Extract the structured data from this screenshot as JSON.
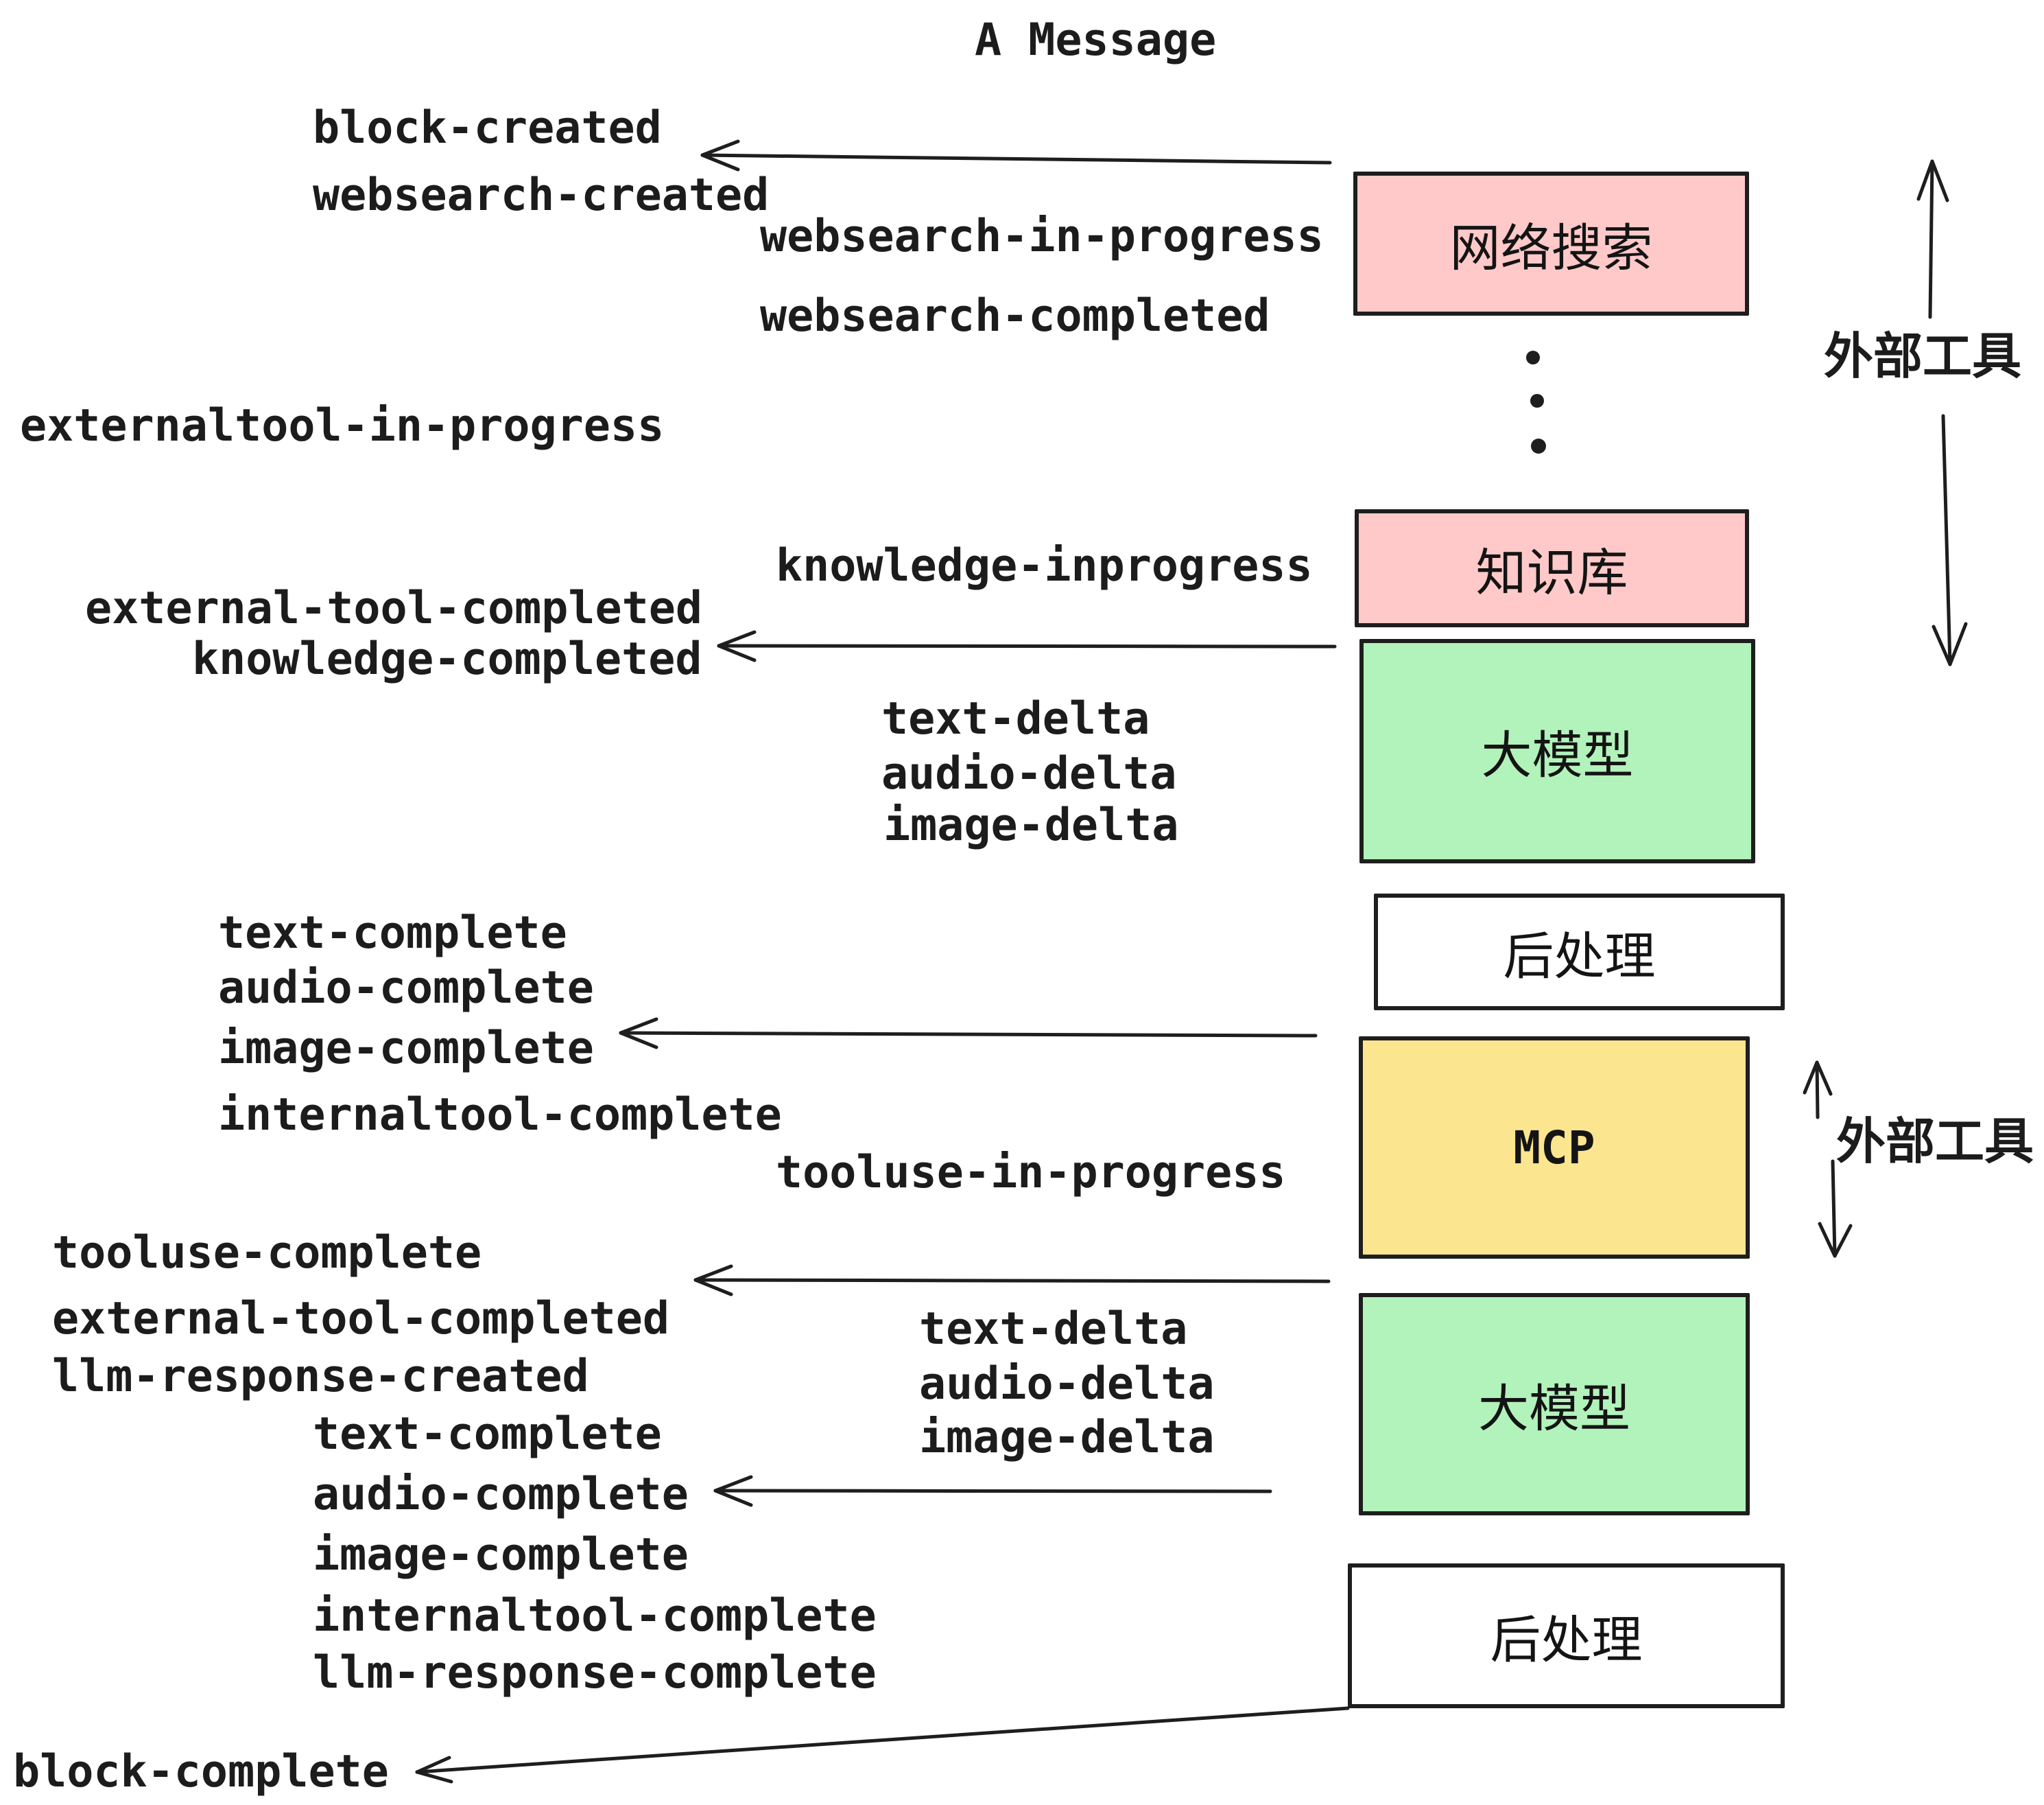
{
  "title": "A Message",
  "colors": {
    "background": "#ffffff",
    "ink": "#1e1e1e",
    "box_pink": "#ffc9c9",
    "box_green": "#b2f2bb",
    "box_yellow": "#fbe58f",
    "box_white": "#ffffff"
  },
  "boxes": [
    {
      "label": "网络搜索",
      "color": "#ffc9c9"
    },
    {
      "label": "知识库",
      "color": "#ffc9c9"
    },
    {
      "label": "大模型",
      "color": "#b2f2bb"
    },
    {
      "label": "后处理",
      "color": "#ffffff"
    },
    {
      "label": "MCP",
      "color": "#fbe58f"
    },
    {
      "label": "大模型",
      "color": "#b2f2bb"
    },
    {
      "label": "后处理",
      "color": "#ffffff"
    }
  ],
  "annotations": [
    {
      "label": "外部工具"
    },
    {
      "label": "外部工具"
    }
  ],
  "event_labels": [
    "block-created",
    "websearch-created",
    "websearch-in-progress",
    "websearch-completed",
    "externaltool-in-progress",
    "knowledge-inprogress",
    "external-tool-completed",
    "knowledge-completed",
    "text-delta",
    "audio-delta",
    "image-delta",
    "text-complete",
    "audio-complete",
    "image-complete",
    "internaltool-complete",
    "tooluse-in-progress",
    "tooluse-complete",
    "external-tool-completed",
    "llm-response-created",
    "text-delta",
    "audio-delta",
    "image-delta",
    "text-complete",
    "audio-complete",
    "image-complete",
    "internaltool-complete",
    "llm-response-complete",
    "block-complete"
  ],
  "icons": {
    "vertical_ellipsis": "three stacked dots between 网络搜索 and 知识库"
  }
}
